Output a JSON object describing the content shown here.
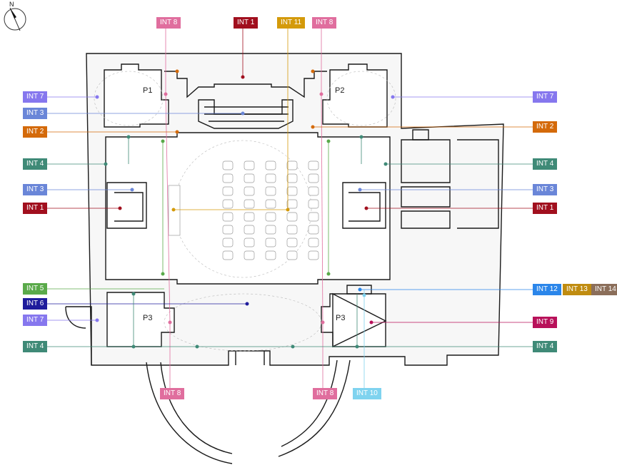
{
  "compass": {
    "label": "N",
    "icon": "north-arrow-icon"
  },
  "rooms": [
    "P1",
    "P2",
    "P3",
    "P3"
  ],
  "colors": {
    "INT 1": "#a10f1e",
    "INT 2": "#d46a0a",
    "INT 3": "#6a86d8",
    "INT 4": "#3f8a77",
    "INT 5": "#5aaa4a",
    "INT 6": "#1f1c9c",
    "INT 7": "#8677ee",
    "INT 8": "#e06e9e",
    "INT 9": "#b8115a",
    "INT 10": "#7fd3ef",
    "INT 11": "#d49a0a",
    "INT 12": "#2b86ea",
    "INT 13": "#c08c10",
    "INT 14": "#8b6e5a",
    "wall": "#1a1a1a",
    "guide": "#9a9a9a"
  },
  "labels": {
    "top": [
      "INT 8",
      "INT 1",
      "INT 11",
      "INT 8"
    ],
    "left": [
      "INT 7",
      "INT 3",
      "INT 2",
      "INT 4",
      "INT 3",
      "INT 1",
      "INT 5",
      "INT 6",
      "INT 7",
      "INT 4"
    ],
    "right": [
      "INT 7",
      "INT 2",
      "INT 4",
      "INT 3",
      "INT 1",
      "INT 12",
      "INT 13",
      "INT 14",
      "INT 9",
      "INT 4"
    ],
    "bottom": [
      "INT 8",
      "INT 8",
      "INT 10"
    ]
  }
}
